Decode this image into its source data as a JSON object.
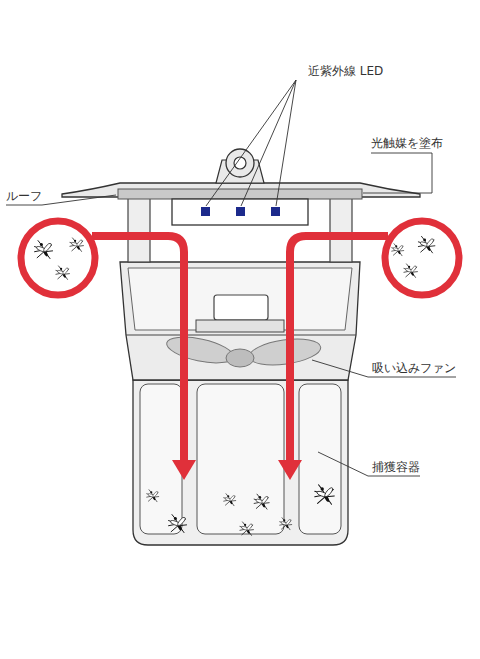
{
  "diagram": {
    "labels": [
      "近紫外線 LED",
      "光触媒を塗布",
      "ルーフ",
      "吸い込みファン",
      "捕獲容器"
    ]
  }
}
